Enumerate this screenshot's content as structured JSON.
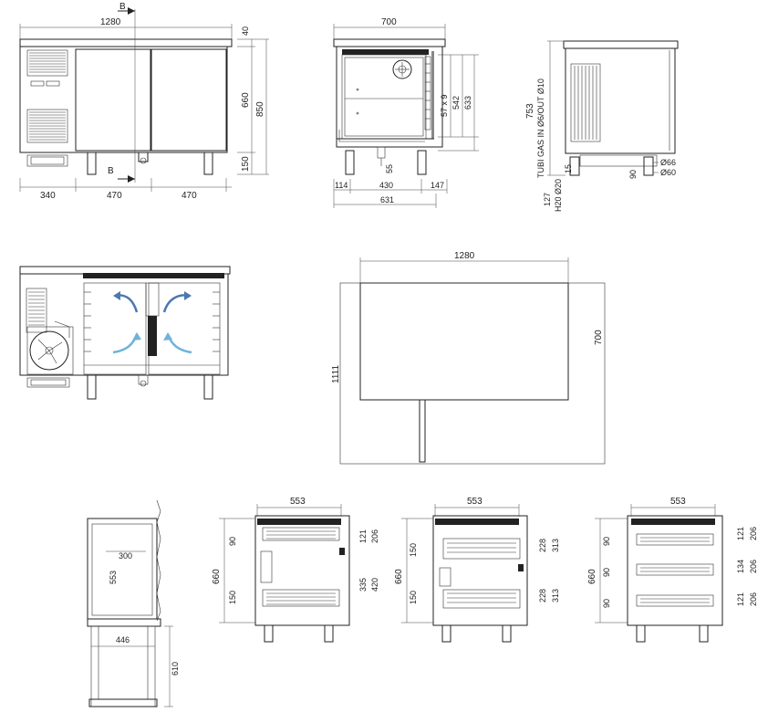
{
  "front_view": {
    "width_total": "1280",
    "top_thickness": "40",
    "body_height": "660",
    "total_height": "850",
    "leg_height": "150",
    "comp_width": "340",
    "door1_width": "470",
    "door2_width": "470",
    "section_marker_top": "B",
    "section_marker_bottom": "B"
  },
  "side_section": {
    "depth_total": "700",
    "dim_57x9": "57 x 9",
    "dim_542": "542",
    "dim_633": "633",
    "dim_114": "114",
    "dim_430": "430",
    "dim_147": "147",
    "dim_631": "631",
    "dim_55": "55"
  },
  "side_view": {
    "height_753": "753",
    "pipe_label": "TUBI GAS IN Ø6/OUT Ø10",
    "dim_15": "15",
    "dim_127": "127",
    "water_label": "H20 Ø20",
    "dim_90": "90",
    "dia_66": "Ø66",
    "dia_60": "Ø60"
  },
  "top_view": {
    "width": "1280",
    "depth": "700",
    "depth_open": "1111"
  },
  "drawer_views": {
    "depth_inner": "553",
    "interior_height": "660",
    "basket_width": "300",
    "basket_depth": "553",
    "door_width": "446",
    "door_open": "610",
    "v1_90": "90",
    "v1_150": "150",
    "v1_121": "121",
    "v1_206": "206",
    "v1_335": "335",
    "v1_420": "420",
    "v2_150a": "150",
    "v2_150b": "150",
    "v2_228a": "228",
    "v2_313a": "313",
    "v2_228b": "228",
    "v2_313b": "313",
    "v3_90a": "90",
    "v3_90b": "90",
    "v3_90c": "90",
    "v3_121a": "121",
    "v3_206a": "206",
    "v3_134": "134",
    "v3_206b": "206",
    "v3_121b": "121",
    "v3_206c": "206"
  }
}
